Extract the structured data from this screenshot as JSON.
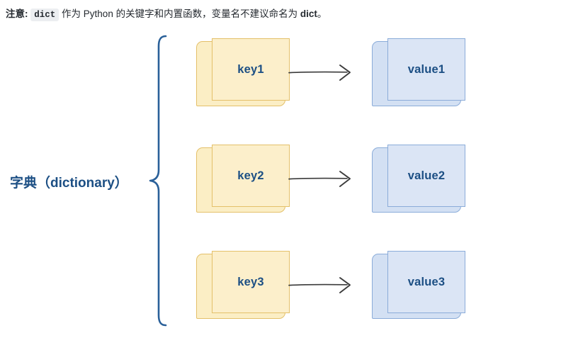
{
  "note": {
    "prefix": "注意:",
    "code": "dict",
    "middle": "作为 Python 的关键字和内置函数，变量名不建议命名为",
    "emphasis": "dict",
    "suffix": "。"
  },
  "diagram": {
    "label": "字典（dictionary）",
    "brace_icon": "left-curly-brace",
    "arrow_icon": "right-arrow",
    "colors": {
      "key_fill": "#fcefcb",
      "key_border": "#e4c06a",
      "value_fill": "#dbe5f5",
      "value_border": "#8bacd9",
      "text": "#1c4f84",
      "brace": "#2a6099",
      "arrow": "#3b3b3b",
      "background": "#ffffff"
    },
    "pairs": [
      {
        "key": "key1",
        "value": "value1"
      },
      {
        "key": "key2",
        "value": "value2"
      },
      {
        "key": "key3",
        "value": "value3"
      }
    ]
  }
}
